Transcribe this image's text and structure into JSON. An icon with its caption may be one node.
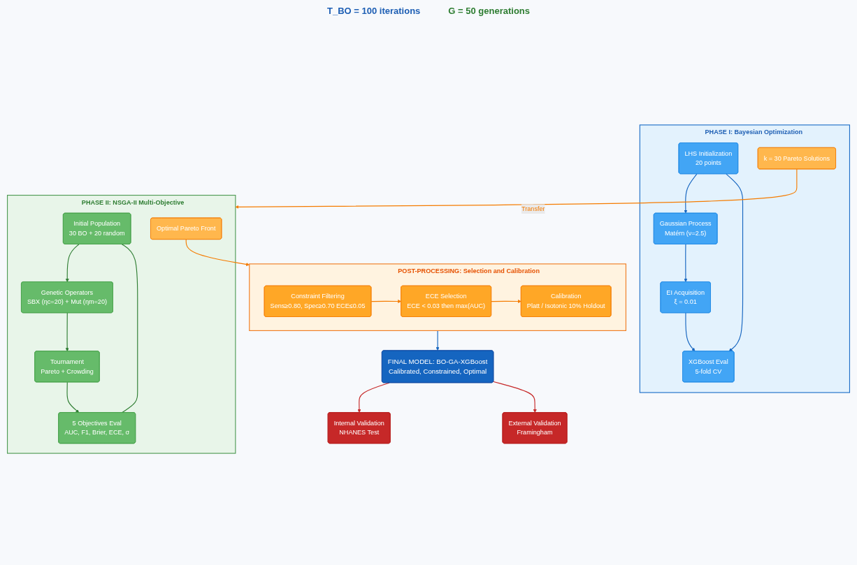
{
  "diagram": {
    "nodes": [
      {
        "text": [
          "PHASE I: Bayesian Optimization"
        ]
      },
      {
        "text": [
          "LHS Initialization",
          "20 points"
        ],
        "in": 0
      },
      {
        "text": [
          "Gaussian Process",
          "Matérn (ν=2.5)"
        ],
        "in": 0
      },
      {
        "text": [
          "EI Acquisition",
          "ξ = 0.01"
        ],
        "in": 0
      },
      {
        "text": [
          "XGBoost Eval",
          "5-fold CV"
        ],
        "in": 0
      },
      {
        "text": [
          "k = 30 Pareto Solutions"
        ],
        "in": 0
      },
      {
        "text": [
          "PHASE II: NSGA-II Multi-Objective"
        ]
      },
      {
        "text": [
          "Initial Population",
          "30 BO + 20 random"
        ],
        "in": 6
      },
      {
        "text": [
          "Genetic Operators",
          "SBX (ηc=20) + Mut (ηm=20)"
        ],
        "in": 6
      },
      {
        "text": [
          "Tournament",
          "Pareto + Crowding"
        ],
        "in": 6
      },
      {
        "text": [
          "5 Objectives Eval",
          "AUC, F1, Brier, ECE, σ"
        ],
        "in": 6
      },
      {
        "text": [
          "Optimal Pareto Front"
        ],
        "in": 6
      },
      {
        "text": [
          "POST-PROCESSING: Selection and Calibration"
        ]
      },
      {
        "text": [
          "Constraint Filtering",
          "Sens≥0.80, Spec≥0.70 ECE≤0.05"
        ],
        "in": 12
      },
      {
        "text": [
          "ECE Selection",
          "ECE < 0.03 then max(AUC)"
        ],
        "in": 12
      },
      {
        "text": [
          "Calibration",
          "Platt / Isotonic 10% Holdout"
        ],
        "in": 12
      },
      {
        "text": [
          "FINAL MODEL: BO-GA-XGBoost",
          "Calibrated, Constrained, Optimal"
        ]
      },
      {
        "text": [
          "Internal Validation",
          "NHANES Test"
        ]
      },
      {
        "text": [
          "External Validation",
          "Framingham"
        ]
      }
    ],
    "edges": [
      {
        "from": 1,
        "to": 2,
        "arrow": "to"
      },
      {
        "from": 2,
        "to": 3,
        "arrow": "to"
      },
      {
        "from": 1,
        "to": 4,
        "arrow": "to"
      },
      {
        "from": 3,
        "to": 4,
        "arrow": "to"
      },
      {
        "from": 5,
        "to": 6,
        "arrow": "to",
        "label": "Transfer",
        "color": "#f57c00"
      },
      {
        "from": 7,
        "to": 8,
        "arrow": "to",
        "color": "#2e7d32"
      },
      {
        "from": 8,
        "to": 9,
        "arrow": "to",
        "color": "#2e7d32"
      },
      {
        "from": 7,
        "to": 10,
        "arrow": "none",
        "color": "#2e7d32"
      },
      {
        "from": 9,
        "to": 10,
        "arrow": "to",
        "color": "#2e7d32"
      },
      {
        "from": 11,
        "to": 12,
        "arrow": "to",
        "color": "#f57c00"
      },
      {
        "from": 13,
        "to": 14,
        "arrow": "to",
        "color": "#f57c00"
      },
      {
        "from": 14,
        "to": 15,
        "arrow": "to",
        "color": "#f57c00"
      },
      {
        "from": 12,
        "to": 16,
        "arrow": "to"
      },
      {
        "from": 16,
        "to": 17,
        "arrow": "to",
        "color": "#c62828"
      },
      {
        "from": 16,
        "to": 18,
        "arrow": "to",
        "color": "#c62828"
      }
    ],
    "labels": [
      "T_BO = 100 iterations",
      "G = 50 generations"
    ]
  }
}
